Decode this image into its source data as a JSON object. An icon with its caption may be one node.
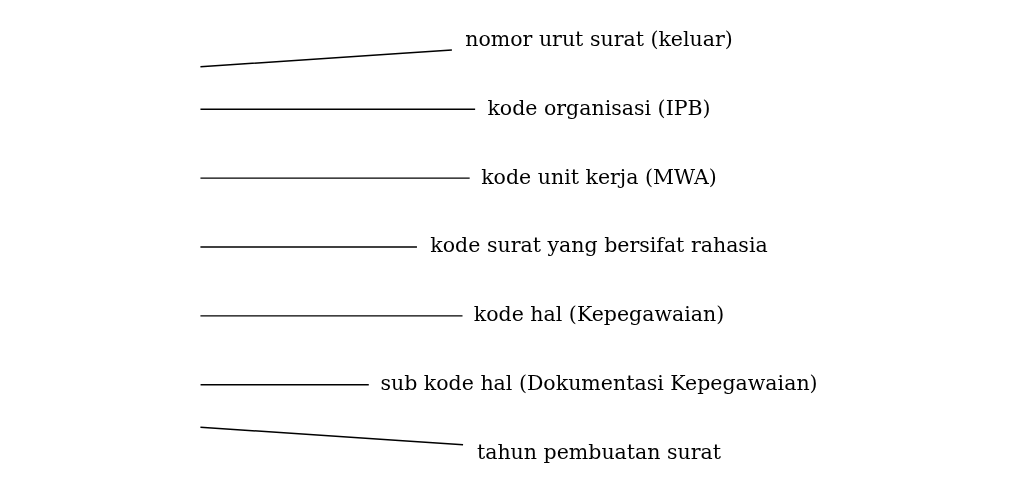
{
  "diagram": {
    "nodes": [
      {
        "text": [
          "nomor urut surat (keluar)"
        ]
      },
      {
        "text": [
          "kode organisasi (IPB)"
        ]
      },
      {
        "text": [
          "kode unit kerja (MWA)"
        ]
      },
      {
        "text": [
          "kode surat yang bersifat rahasia"
        ]
      },
      {
        "text": [
          "kode hal (Kepegawaian)"
        ]
      },
      {
        "text": [
          "sub kode hal (Dokumentasi Kepegawaian)"
        ]
      },
      {
        "text": [
          "tahun pembuatan surat"
        ]
      }
    ],
    "edges": [
      {
        "from": 0,
        "to": null,
        "arrow": "none"
      },
      {
        "from": 1,
        "to": null,
        "arrow": "none"
      },
      {
        "from": 2,
        "to": null,
        "arrow": "none"
      },
      {
        "from": 3,
        "to": null,
        "arrow": "none"
      },
      {
        "from": 4,
        "to": null,
        "arrow": "none"
      },
      {
        "from": 5,
        "to": null,
        "arrow": "none"
      },
      {
        "from": 6,
        "to": null,
        "arrow": "none"
      }
    ]
  }
}
